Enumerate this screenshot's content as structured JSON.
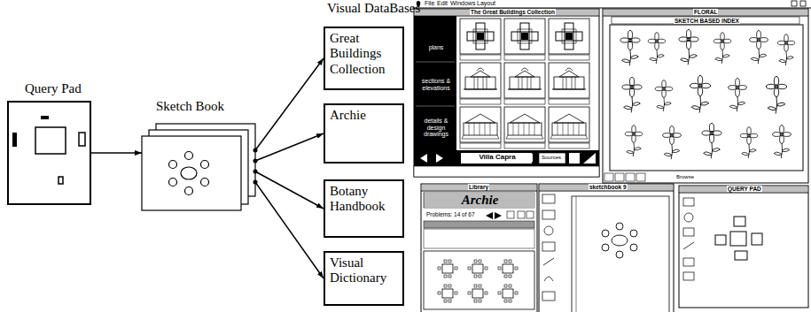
{
  "diagram": {
    "nodes": [
      {
        "text": [
          "Query Pad"
        ]
      },
      {
        "text": [
          "Sketch Book"
        ]
      },
      {
        "text": [
          "Great Buildings Collection"
        ]
      },
      {
        "text": [
          "Archie"
        ]
      },
      {
        "text": [
          "Botany Handbook"
        ]
      },
      {
        "text": [
          "Visual Dictionary"
        ]
      }
    ],
    "edges": [
      {
        "from": 0,
        "to": 1,
        "arrow": "to"
      },
      {
        "from": 1,
        "to": 2,
        "arrow": "to"
      },
      {
        "from": 1,
        "to": 3,
        "arrow": "to"
      },
      {
        "from": 1,
        "to": 4,
        "arrow": "to"
      },
      {
        "from": 1,
        "to": 5,
        "arrow": "to"
      }
    ],
    "labels": [
      "Visual DataBases",
      "File",
      "Edit",
      "Windows",
      "Layout",
      "The Great Buildings Collection",
      "plans",
      "sections & elevations",
      "details & design drawings",
      "Villa Capra",
      "Sources",
      "FLORAL",
      "SKETCH BASED INDEX",
      "Browse",
      "Library",
      "Archie",
      "Problems: 14 of 67",
      "sketchbook 9",
      "QUERY PAD"
    ]
  }
}
